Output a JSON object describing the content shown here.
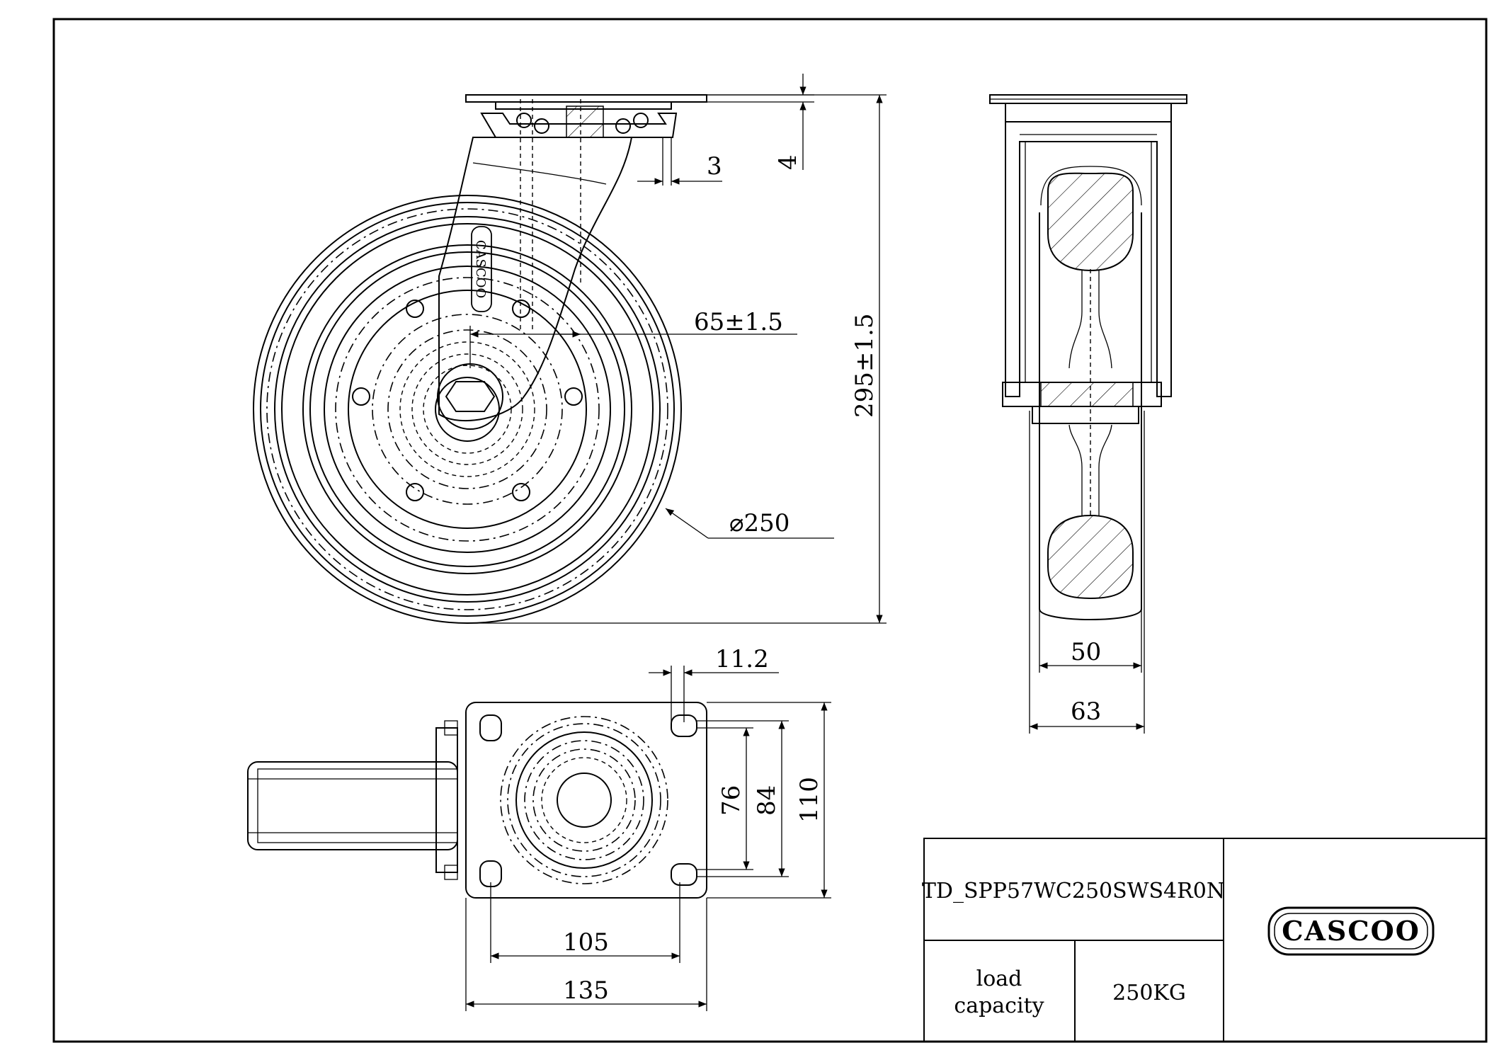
{
  "dimensions": {
    "top_plate_thickness": "4",
    "plate_offset": "3",
    "swivel_offset": "65±1.5",
    "overall_height": "295±1.5",
    "wheel_diameter": "⌀250",
    "hole_slot": "11.2",
    "hole_spacing_inner": "76",
    "hole_spacing_outer": "84",
    "plate_width": "110",
    "hole_spacing_length": "105",
    "plate_length": "135",
    "wheel_width": "50",
    "fork_width": "63"
  },
  "title_block": {
    "part_number": "TD_SPP57WC250SWS4R0N",
    "load_label_line1": "load",
    "load_label_line2": "capacity",
    "load_value": "250KG",
    "brand": "CASCOO"
  },
  "wheel_logo": "CASCOO"
}
